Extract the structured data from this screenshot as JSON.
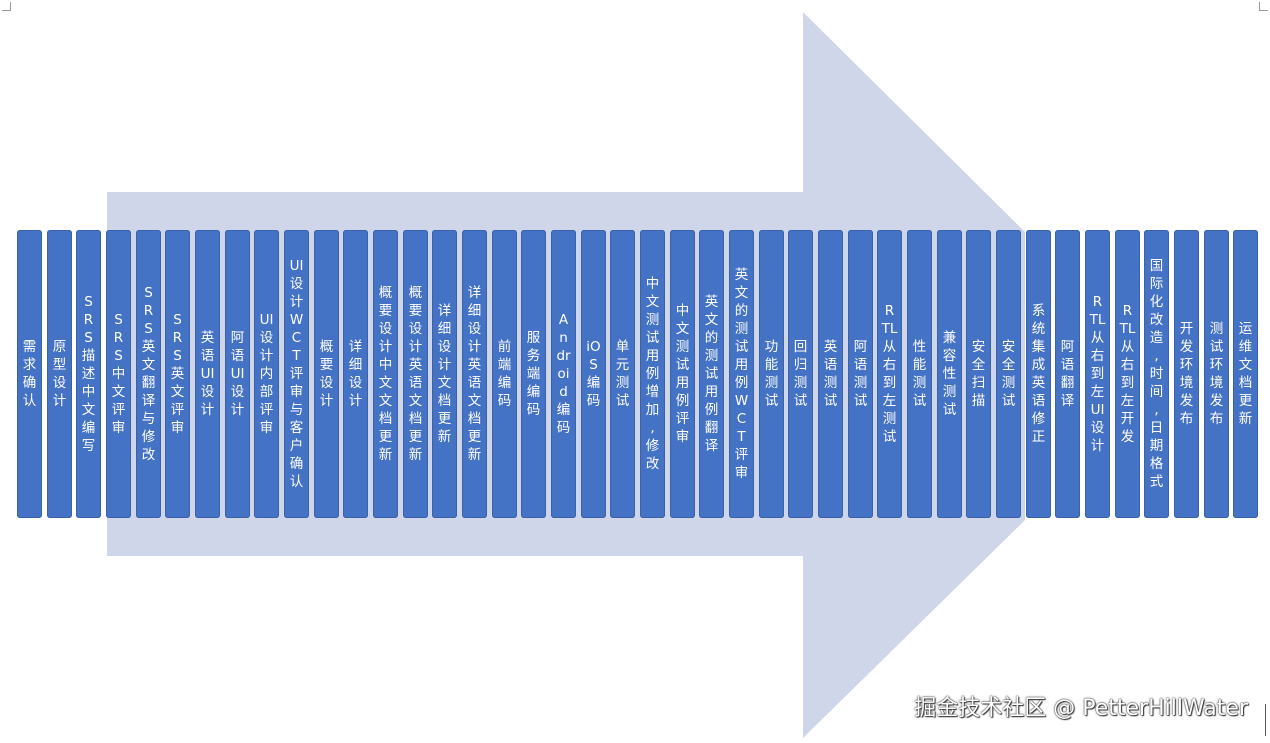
{
  "steps": [
    "需求确认",
    "原型设计",
    "SRS描述中文编写",
    "SRS中文评审",
    "SRS英文翻译与修改",
    "SRS英文评审",
    "英语UI设计",
    "阿语UI设计",
    "UI设计内部评审",
    "UI设计WCT评审与客户确认",
    "概要设计",
    "详细设计",
    "概要设计中文文档更新",
    "概要设计英语文档更新",
    "详细设计文档更新",
    "详细设计英语文档更新",
    "前端编码",
    "服务端编码",
    "Android编码",
    "iOS编码",
    "单元测试",
    "中文测试用例增加,修改",
    "中文测试用例评审",
    "英文的测试用例翻译",
    "英文的测试用例WCT评审",
    "功能测试",
    "回归测试",
    "英语测试",
    "阿语测试",
    "RTL从右到左测试",
    "性能测试",
    "兼容性测试",
    "安全扫描",
    "安全测试",
    "系统集成英语修正",
    "阿语翻译",
    "RTL从右到左UI设计",
    "RTL从右到左开发",
    "国际化改造,时间,日期格式",
    "开发环境发布",
    "测试环境发布",
    "运维文档更新"
  ],
  "watermark": "掘金技术社区 @ PetterHillWater",
  "colors": {
    "arrow": "#d0d6ea",
    "step_box": "#4472c4",
    "step_text": "#ffffff"
  }
}
